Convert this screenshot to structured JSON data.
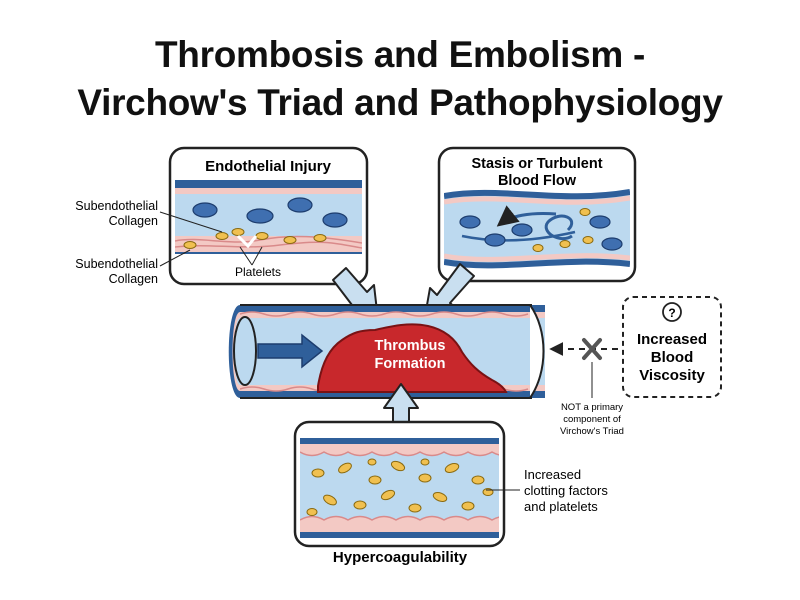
{
  "title": {
    "line1": "Thrombosis and Embolism -",
    "line2": "Virchow's Triad and Pathophysiology"
  },
  "panels": {
    "endothelial": {
      "heading": "Endothelial Injury",
      "callout_top": [
        "Subendothelial",
        "Collagen"
      ],
      "callout_bottom": [
        "Subendothelial",
        "Collagen"
      ],
      "platelets": "Platelets"
    },
    "stasis": {
      "heading": [
        "Stasis or Turbulent",
        "Blood Flow"
      ]
    },
    "hyper": {
      "heading": "Hypercoagulability",
      "callout": [
        "Increased",
        "clotting factors",
        "and platelets"
      ]
    }
  },
  "center": {
    "thrombus": [
      "Thrombus",
      "Formation"
    ]
  },
  "viscosity": {
    "icon": "question-icon",
    "box": [
      "Increased",
      "Blood",
      "Viscosity"
    ],
    "note": [
      "NOT a primary",
      "component of",
      "Virchow's Triad"
    ]
  },
  "colors": {
    "vessel_fill": "#bcd9ef",
    "wall_pink": "#f3c9c4",
    "wall_blue": "#2f5f9a",
    "rbc": "#3f6fb0",
    "platelet": "#f0c050",
    "thrombus": "#c8282c",
    "arrow_fill": "#c9dff0",
    "outline": "#222222"
  }
}
